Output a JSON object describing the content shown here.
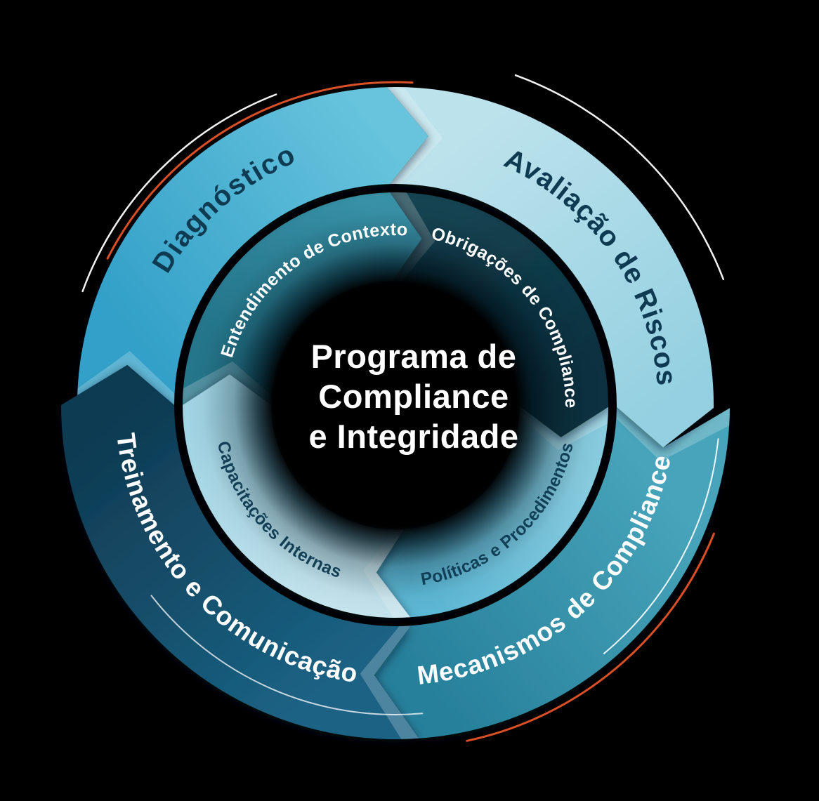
{
  "diagram_title": {
    "line1": "Programa de",
    "line2": "Compliance",
    "line3": "e Integridade",
    "color": "#ffffff"
  },
  "outer_ring": [
    {
      "id": "diagnostico",
      "label": "Diagnóstico",
      "colors": [
        "#33a0c8",
        "#68c4dd"
      ],
      "label_color": "#0e3a52"
    },
    {
      "id": "avaliacao-de-riscos",
      "label": "Avaliação de Riscos",
      "colors": [
        "#bce2ec",
        "#94d0e1"
      ],
      "label_color": "#0e3a52"
    },
    {
      "id": "mecanismos-de-compliance",
      "label": "Mecanismos de Compliance",
      "colors": [
        "#47a4ba",
        "#27809b"
      ],
      "label_color": "#ffffff"
    },
    {
      "id": "treinamento-e-comunicacao",
      "label": "Treinamento e Comunicação",
      "colors": [
        "#1b6284",
        "#0f3a51"
      ],
      "label_color": "#ffffff"
    }
  ],
  "inner_ring": [
    {
      "id": "entendimento-de-contexto",
      "label": "Entendimento de Contexto",
      "colors": [
        "#26798f",
        "#3a96ac"
      ],
      "label_color": "#ffffff"
    },
    {
      "id": "obrigacoes-de-compliance",
      "label": "Obrigações de Compliance",
      "colors": [
        "#154453",
        "#0b303f"
      ],
      "label_color": "#ffffff"
    },
    {
      "id": "politicas-e-procedimentos",
      "label": "Políticas e Procedimentos",
      "colors": [
        "#8bd0e4",
        "#5fbcda"
      ],
      "label_color": "#103f56"
    },
    {
      "id": "capacitacoes-internas",
      "label": "Capacitações Internas",
      "colors": [
        "#c9e9f2",
        "#a6daea"
      ],
      "label_color": "#123f55"
    }
  ],
  "accents": {
    "orange_arc": "#d94f26",
    "white_arc": "#ffffff",
    "background": "#000000"
  }
}
